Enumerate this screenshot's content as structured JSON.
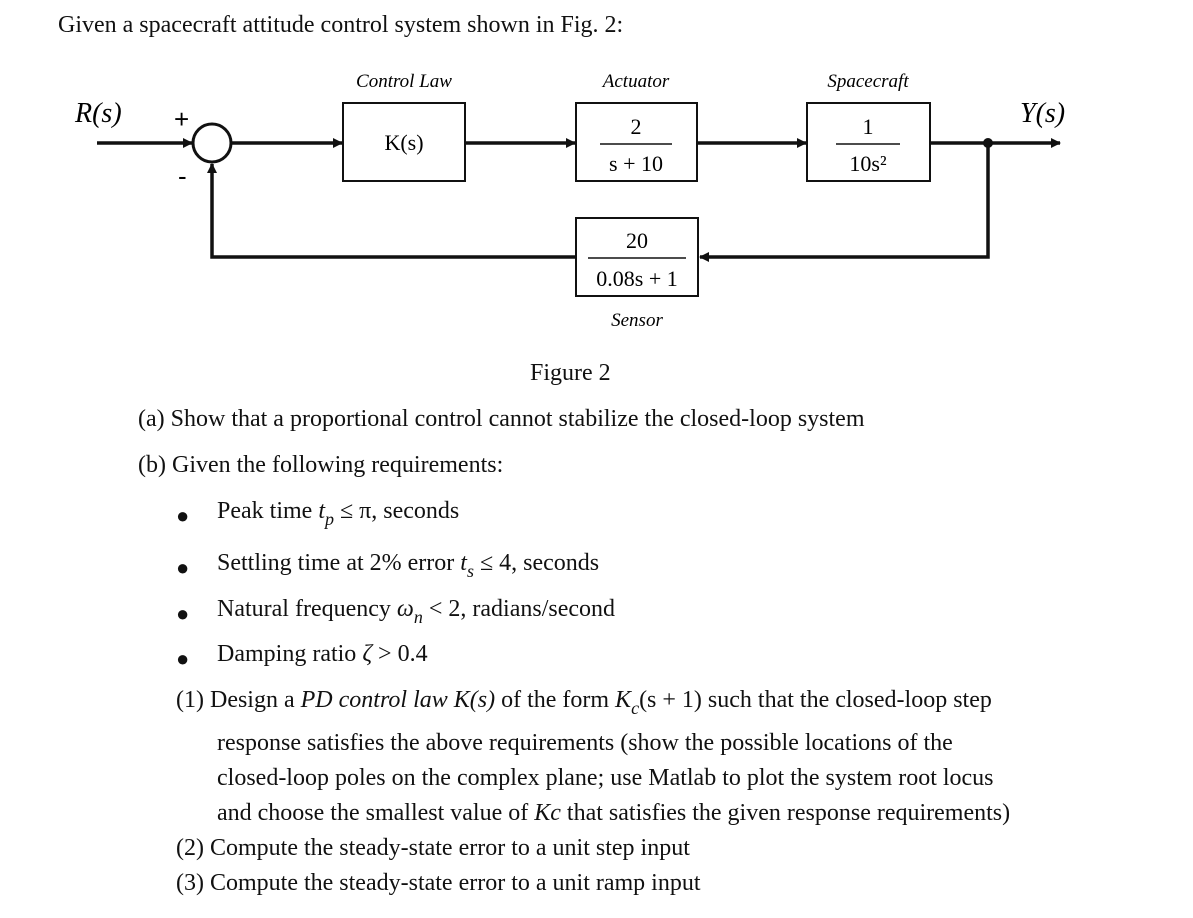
{
  "intro": "Given a spacecraft attitude control system shown in Fig. 2:",
  "diagram": {
    "input_label": "R(s)",
    "output_label": "Y(s)",
    "plus_sign": "+",
    "minus_sign": "-",
    "blocks": {
      "control_law": {
        "caption": "Control Law",
        "tf": "K(s)"
      },
      "actuator": {
        "caption": "Actuator",
        "numerator": "2",
        "denominator": "s + 10"
      },
      "spacecraft": {
        "caption": "Spacecraft",
        "numerator": "1",
        "denominator": "10s²"
      },
      "sensor": {
        "caption": "Sensor",
        "numerator": "20",
        "denominator": "0.08s + 1"
      }
    }
  },
  "figure_caption": "Figure 2",
  "part_a": "(a) Show that a proportional control cannot stabilize the closed-loop system",
  "part_b": "(b) Given the following requirements:",
  "requirements": [
    {
      "text": "Peak time",
      "symbol": "t",
      "subscript": "p",
      "condition": "≤ π, seconds"
    },
    {
      "text": "Settling time at 2% error",
      "symbol": "t",
      "subscript": "s",
      "condition": "≤ 4, seconds"
    },
    {
      "text": "Natural frequency",
      "symbol": "ω",
      "subscript": "n",
      "condition": "< 2, radians/second"
    },
    {
      "text": "Damping ratio",
      "symbol": "ζ",
      "subscript": "",
      "condition": "> 0.4"
    }
  ],
  "q1": {
    "prefix": "(1) Design a",
    "emph": "PD control law K(s)",
    "middle": "of the form",
    "formula_sym": "K",
    "formula_sub": "c",
    "formula_rest": "(s + 1)",
    "tail": "such that the closed-loop step",
    "line2": "response satisfies the above requirements (show the possible locations of the",
    "line3": "closed-loop poles on the complex plane; use Matlab to plot the system root locus",
    "line4_pre": "and choose the smallest value of",
    "line4_sym": "Kc",
    "line4_post": "that satisfies the given response requirements)"
  },
  "q2": "(2) Compute the steady-state error to a unit step input",
  "q3": "(3) Compute the steady-state error to a unit ramp input"
}
